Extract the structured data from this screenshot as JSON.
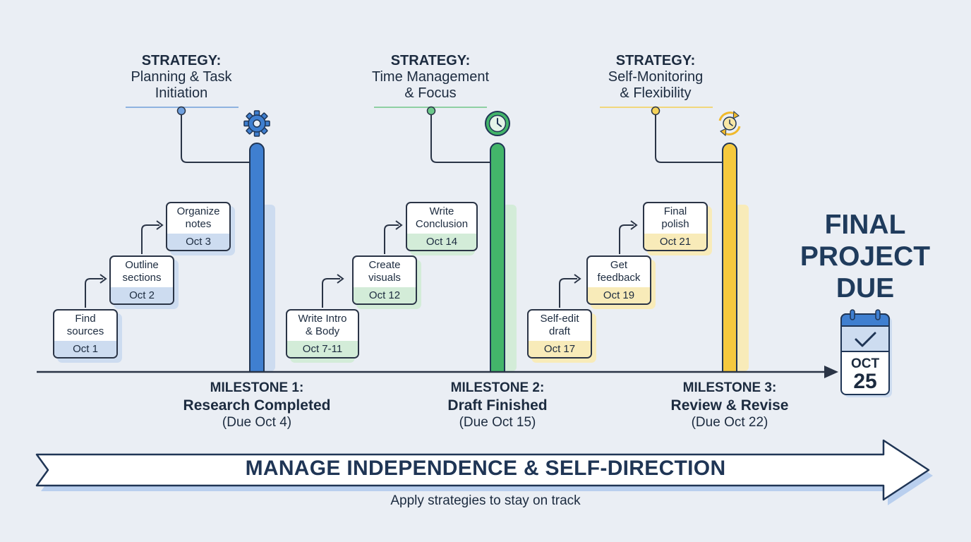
{
  "strategies": [
    {
      "keyword": "STRATEGY:",
      "line1": "Planning & Task",
      "line2": "Initiation"
    },
    {
      "keyword": "STRATEGY:",
      "line1": "Time Management",
      "line2": "& Focus"
    },
    {
      "keyword": "STRATEGY:",
      "line1": "Self-Monitoring",
      "line2": "& Flexibility"
    }
  ],
  "tasks": [
    {
      "line1": "Find",
      "line2": "sources",
      "date": "Oct 1"
    },
    {
      "line1": "Outline",
      "line2": "sections",
      "date": "Oct 2"
    },
    {
      "line1": "Organize",
      "line2": "notes",
      "date": "Oct 3"
    },
    {
      "line1": "Write Intro",
      "line2": "& Body",
      "date": "Oct 7-11"
    },
    {
      "line1": "Create",
      "line2": "visuals",
      "date": "Oct 12"
    },
    {
      "line1": "Write",
      "line2": "Conclusion",
      "date": "Oct 14"
    },
    {
      "line1": "Self-edit",
      "line2": "draft",
      "date": "Oct 17"
    },
    {
      "line1": "Get",
      "line2": "feedback",
      "date": "Oct 19"
    },
    {
      "line1": "Final",
      "line2": "polish",
      "date": "Oct 21"
    }
  ],
  "milestones": [
    {
      "label": "MILESTONE 1:",
      "title": "Research Completed",
      "due": "(Due Oct 4)"
    },
    {
      "label": "MILESTONE 2:",
      "title": "Draft Finished",
      "due": "(Due Oct 15)"
    },
    {
      "label": "MILESTONE 3:",
      "title": "Review & Revise",
      "due": "(Due Oct 22)"
    }
  ],
  "final": {
    "line1": "FINAL",
    "line2": "PROJECT",
    "line3": "DUE",
    "cal_month": "OCT",
    "cal_day": "25"
  },
  "banner": {
    "text": "MANAGE INDEPENDENCE & SELF-DIRECTION",
    "subtitle": "Apply strategies to stay on track"
  },
  "icons": {
    "strategy1": "gear-icon",
    "strategy2": "clock-icon",
    "strategy3": "refresh-clock-icon",
    "final": "calendar-check-icon"
  },
  "colors": {
    "blue": "#3f7fd0",
    "green": "#43b56a",
    "yellow": "#f5c93e",
    "navy": "#1f3555",
    "line": "#2a3446"
  }
}
